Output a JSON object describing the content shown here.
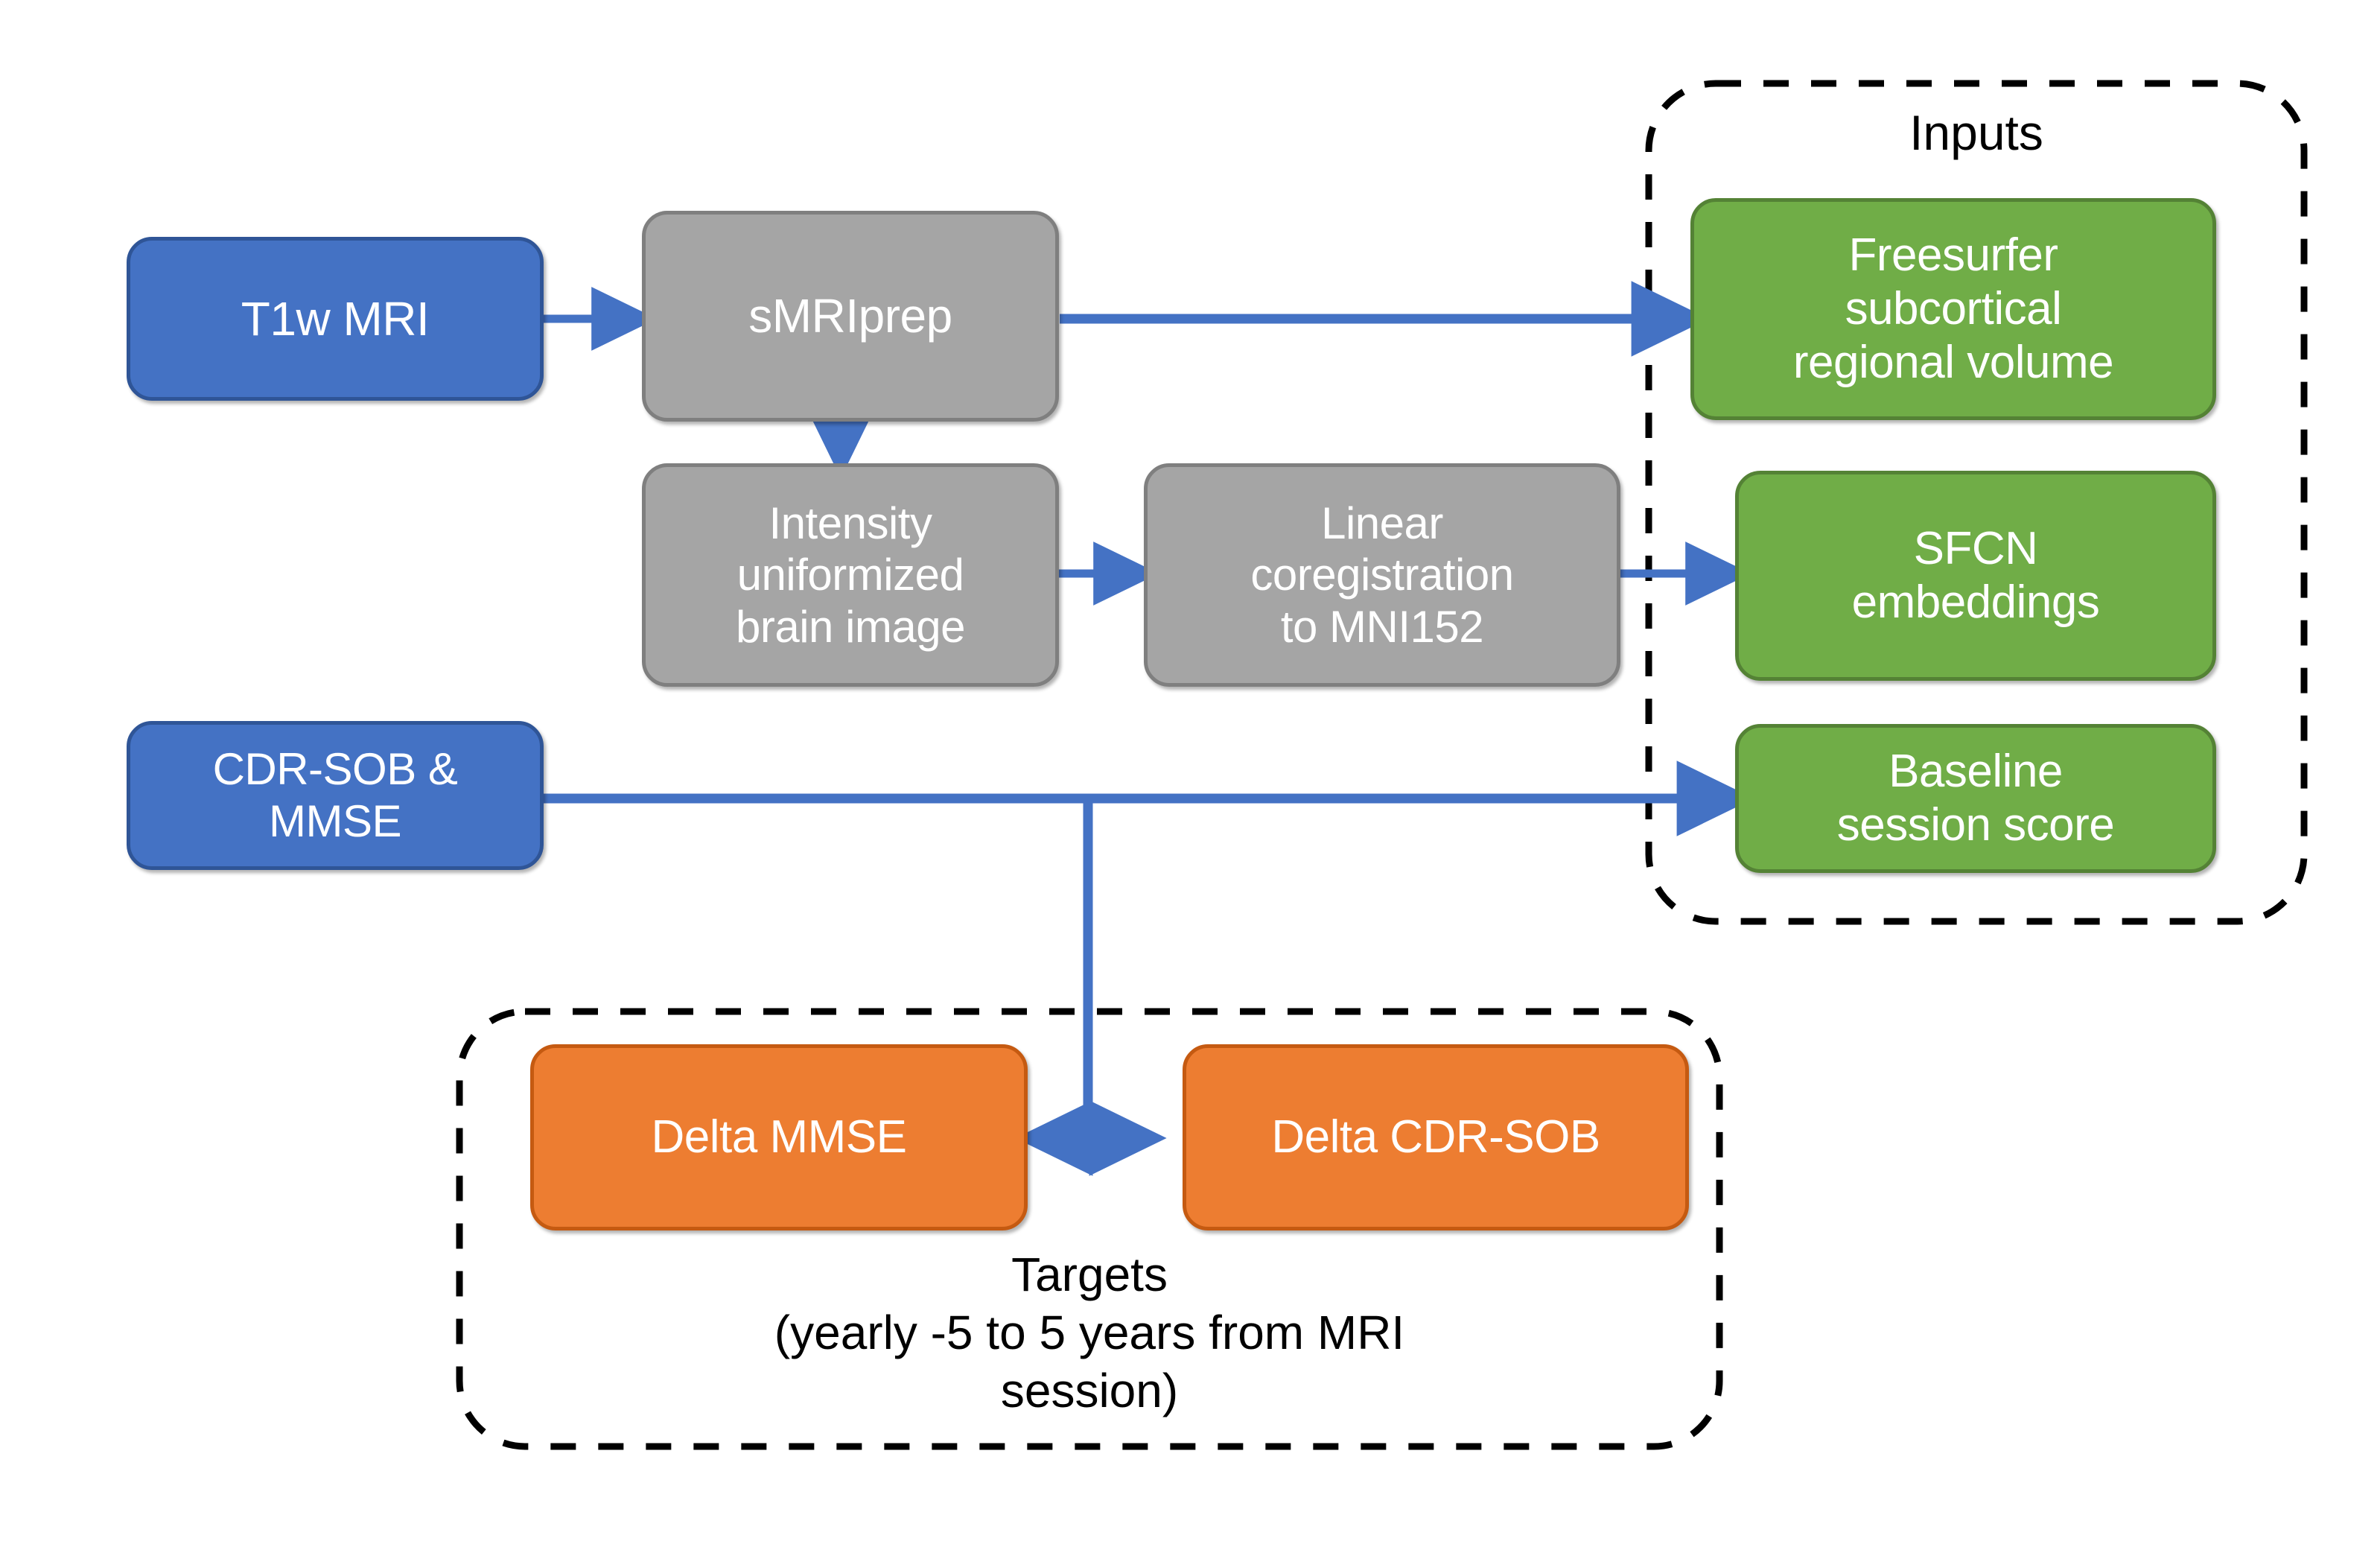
{
  "figure": {
    "type": "flowchart",
    "title": "MRI processing pipeline: inputs and targets",
    "colors": {
      "blue_fill": "#4472C4",
      "blue_border": "#2F5597",
      "grey_fill": "#A5A5A5",
      "grey_border": "#7F7F7F",
      "green_fill": "#70AD47",
      "green_border": "#548235",
      "orange_fill": "#ED7D31",
      "orange_border": "#C55A11",
      "arrow": "#4472C4",
      "group_outline": "#000000",
      "background": "#FFFFFF",
      "node_text": "#FFFFFF",
      "label_text": "#000000"
    }
  },
  "nodes": {
    "t1w_mri": "T1w MRI",
    "smriprep": "sMRIprep",
    "intensity_uniformized": "Intensity\nuniformized\nbrain image",
    "linear_coregistration": "Linear\ncoregistration\nto MNI152",
    "cdr_sob_mmse": "CDR-SOB &\nMMSE",
    "freesurfer_volume": "Freesurfer\nsubcortical\nregional volume",
    "sfcn_embeddings": "SFCN\nembeddings",
    "baseline_session_score": "Baseline\nsession score",
    "delta_mmse": "Delta MMSE",
    "delta_cdr_sob": "Delta CDR-SOB"
  },
  "groups": {
    "inputs_label": "Inputs",
    "targets_label": "Targets\n(yearly -5 to 5 years from MRI\nsession)"
  },
  "edges": [
    {
      "from": "t1w_mri",
      "to": "smriprep",
      "style": "arrow"
    },
    {
      "from": "smriprep",
      "to": "freesurfer_volume",
      "style": "arrow"
    },
    {
      "from": "smriprep",
      "to": "intensity_uniformized",
      "style": "arrow"
    },
    {
      "from": "intensity_uniformized",
      "to": "linear_coregistration",
      "style": "arrow"
    },
    {
      "from": "linear_coregistration",
      "to": "sfcn_embeddings",
      "style": "arrow"
    },
    {
      "from": "cdr_sob_mmse",
      "to": "baseline_session_score",
      "style": "arrow"
    },
    {
      "from": "cdr_sob_mmse",
      "to": "delta_mmse",
      "style": "double-arrow"
    },
    {
      "from": "cdr_sob_mmse",
      "to": "delta_cdr_sob",
      "style": "double-arrow"
    }
  ]
}
